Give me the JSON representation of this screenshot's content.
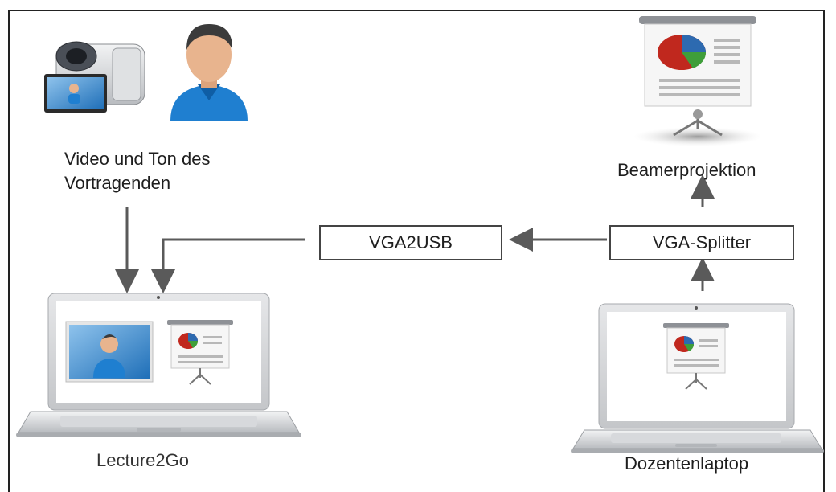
{
  "labels": {
    "speaker": [
      "Video und Ton des",
      "Vortragenden"
    ],
    "projector": "Beamerprojektion",
    "recorder_laptop": "Lecture2Go",
    "lecturer_laptop": "Dozentenlaptop"
  },
  "boxes": {
    "vga2usb": "VGA2USB",
    "splitter": "VGA-Splitter"
  },
  "icons": [
    "camcorder-icon",
    "person-icon",
    "projector-screen-icon",
    "laptop-icon",
    "arrow-icon"
  ],
  "colors": {
    "arrow": "#5a5a5a",
    "pie_red": "#c0281e",
    "pie_blue": "#2d6ab0",
    "pie_green": "#3f9e3a",
    "person_skin": "#e8b48e",
    "person_shirt": "#1f7fd0",
    "laptop_silver": "#cfd1d4"
  }
}
